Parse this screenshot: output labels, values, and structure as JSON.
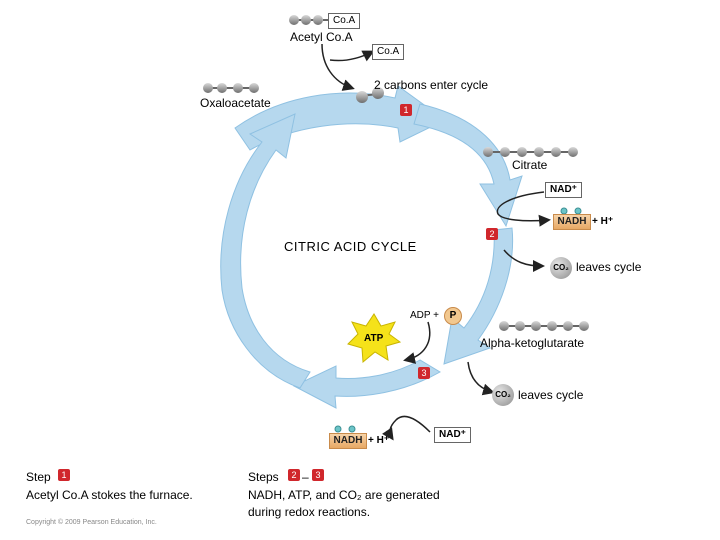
{
  "acetyl_coa": {
    "tag": "Co.A",
    "label": "Acetyl Co.A",
    "released_tag": "Co.A",
    "enter_text": "2 carbons enter cycle"
  },
  "molecules": {
    "oxaloacetate": "Oxaloacetate",
    "citrate": "Citrate",
    "alpha_ketoglutarate": "Alpha-ketoglutarate"
  },
  "cycle_title": "CITRIC ACID CYCLE",
  "step_numbers": [
    "1",
    "2",
    "3"
  ],
  "step2": {
    "nad_plus": "NAD⁺",
    "nadh": "NADH",
    "plus_h": "+ H⁺",
    "co2": "CO₂",
    "leaves": "leaves cycle"
  },
  "step3": {
    "adp": "ADP +",
    "p": "P",
    "atp": "ATP",
    "co2": "CO₂",
    "leaves": "leaves cycle",
    "nadh": "NADH",
    "plus_h": "+ H⁺",
    "nad_plus": "NAD⁺"
  },
  "legend": {
    "step_word": "Step",
    "step_num": "1",
    "step_desc": "Acetyl Co.A stokes the furnace.",
    "steps_word": "Steps",
    "steps_from": "2",
    "steps_dash": "–",
    "steps_to": "3",
    "steps_desc1": "NADH, ATP, and CO₂ are generated",
    "steps_desc2": "during redox reactions."
  },
  "copyright": "Copyright © 2009 Pearson Education, Inc.",
  "colors": {
    "cycle_arrow": "#b6d8ee",
    "cycle_arrow_edge": "#8fc1e2",
    "badge": "#d0272c",
    "nadh": "#e7a865",
    "atp_star": "#f5e21a"
  }
}
